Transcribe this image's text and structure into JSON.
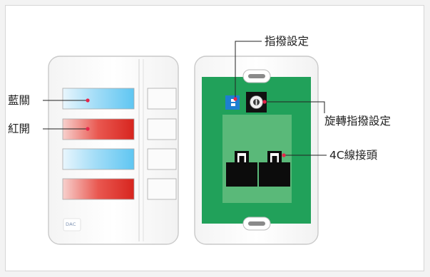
{
  "labels": {
    "blue_off": "藍關",
    "red_on": "紅開",
    "dip_switch": "指撥設定",
    "rotary_switch": "旋轉指撥設定",
    "connector_4c": "4C線接頭"
  },
  "brand_logo": "DAC",
  "colors": {
    "pcb_green": "#21a15a",
    "connector_area": "#5ab979",
    "blue_led": "#5fc6f2",
    "red_led": "#e23b34",
    "dip_blue": "#1d7fd0",
    "pointer_red": "#e8244a"
  }
}
